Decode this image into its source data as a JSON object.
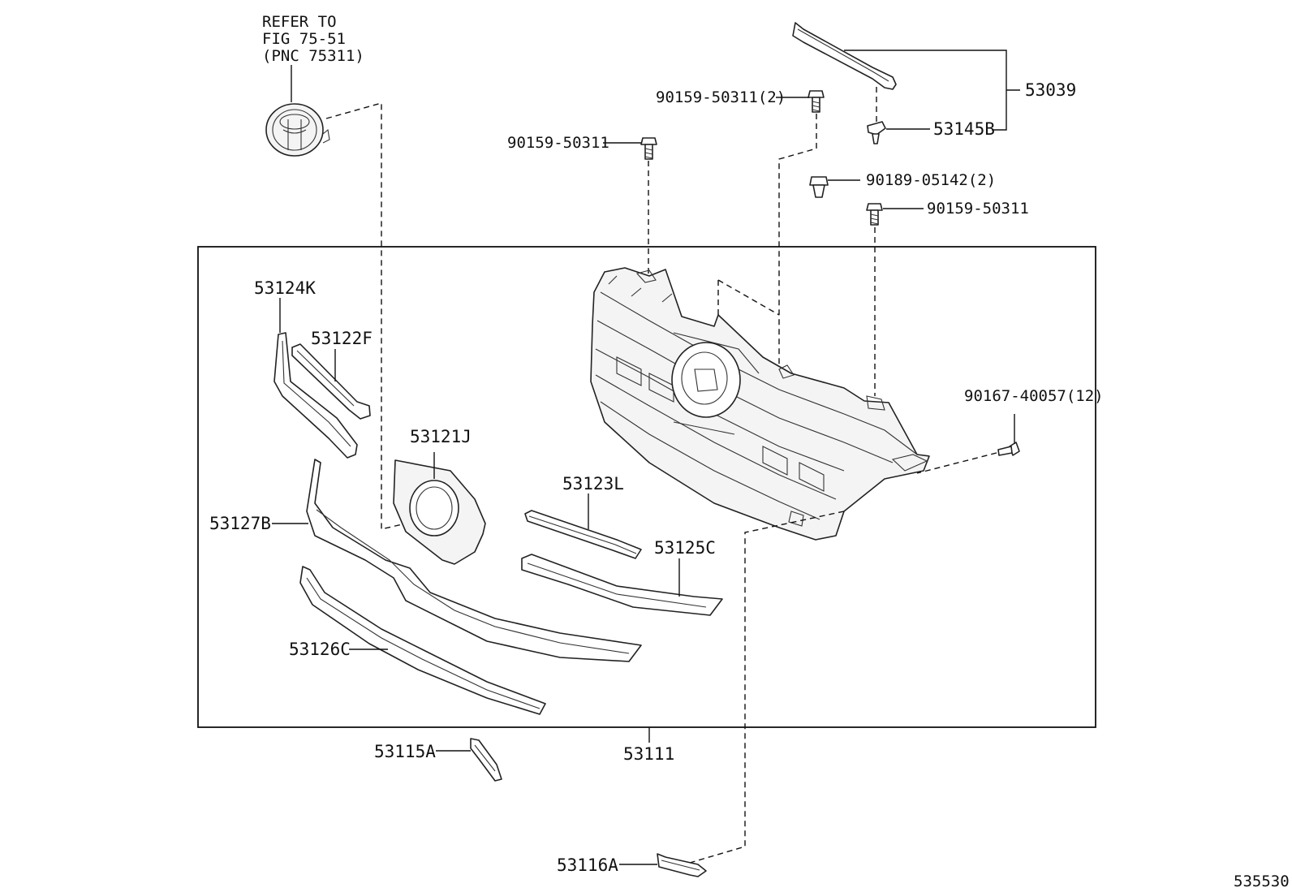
{
  "diagram": {
    "refer_note": [
      "REFER TO",
      "FIG 75-51",
      "(PNC 75311)"
    ],
    "labels": {
      "p53039": "53039",
      "p53145B": "53145B",
      "p90159_2": "90159-50311(2)",
      "p90159_a": "90159-50311",
      "p90189": "90189-05142(2)",
      "p90159_b": "90159-50311",
      "p53124K": "53124K",
      "p53122F": "53122F",
      "p53121J": "53121J",
      "p53123L": "53123L",
      "p53125C": "53125C",
      "p53127B": "53127B",
      "p53126C": "53126C",
      "p90167": "90167-40057(12)",
      "p53115A": "53115A",
      "p53111": "53111",
      "p53116A": "53116A"
    },
    "figure_number": "535530"
  }
}
